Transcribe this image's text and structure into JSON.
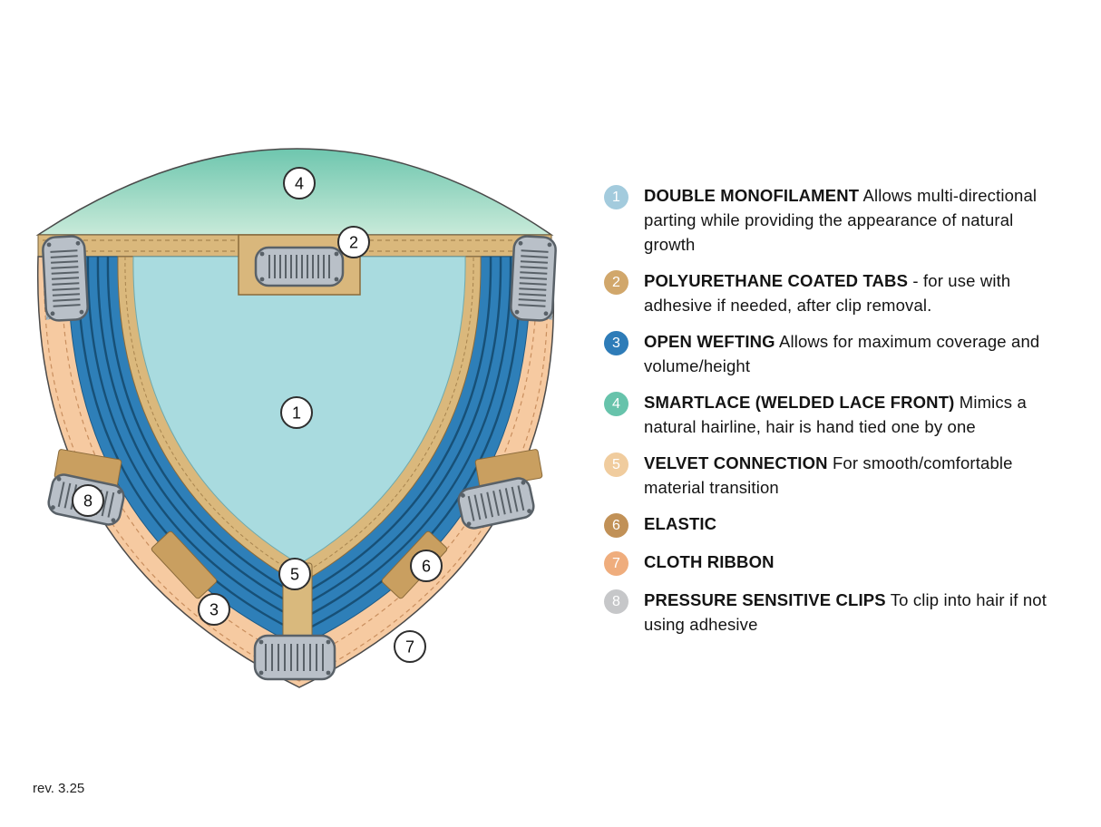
{
  "page": {
    "rev_label": "rev. 3.25"
  },
  "diagram": {
    "callouts": [
      "1",
      "2",
      "3",
      "4",
      "5",
      "6",
      "7",
      "8"
    ]
  },
  "legend": {
    "items": [
      {
        "number": "1",
        "color": "#a3cbdd",
        "title": "DOUBLE MONOFILAMENT",
        "description": "Allows multi-directional parting while providing the appearance of natural growth"
      },
      {
        "number": "2",
        "color": "#d1a76b",
        "title": "POLYURETHANE COATED TABS",
        "description": "- for use with adhesive if needed, after clip removal."
      },
      {
        "number": "3",
        "color": "#2e7cb8",
        "title": "OPEN WEFTING",
        "description": "Allows for maximum coverage and volume/height"
      },
      {
        "number": "4",
        "color": "#67c3ab",
        "title": "SMARTLACE (WELDED LACE FRONT)",
        "description": "Mimics a natural hairline, hair is hand tied one by one"
      },
      {
        "number": "5",
        "color": "#f0cc9e",
        "title": "VELVET CONNECTION",
        "description": "For smooth/comfortable material transition"
      },
      {
        "number": "6",
        "color": "#c19157",
        "title": "ELASTIC",
        "description": ""
      },
      {
        "number": "7",
        "color": "#efad7d",
        "title": "CLOTH RIBBON",
        "description": ""
      },
      {
        "number": "8",
        "color": "#c6c7c9",
        "title": "PRESSURE SENSITIVE CLIPS",
        "description": "To clip into hair if not using adhesive"
      }
    ]
  }
}
